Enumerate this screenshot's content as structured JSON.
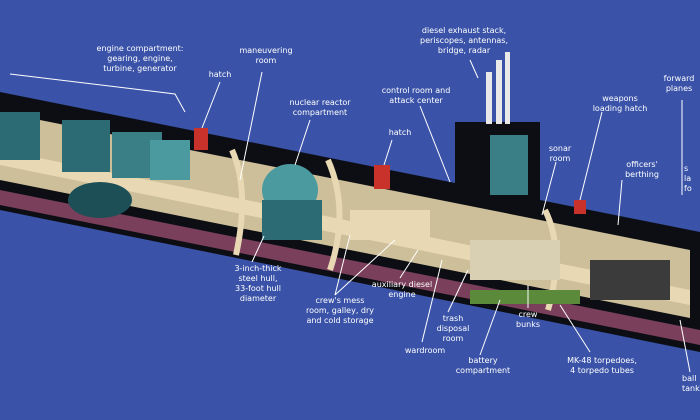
{
  "colors": {
    "background": "#3a53a8",
    "hull": "#0c0e14",
    "cutaway_floor": "#e8d9b4",
    "compartment_wall": "#b9ab86",
    "machinery": "#2c6a74",
    "machinery_light": "#4b9aa0",
    "accent_red": "#c8322a",
    "pink_hull": "#c08aa0",
    "label_text": "#ffffff",
    "leader_line": "#ffffff"
  },
  "labels": {
    "engine_compartment": "engine compartment:\ngearing, engine,\nturbine, generator",
    "hatch_aft": "hatch",
    "maneuvering_room": "maneuvering\nroom",
    "nuclear_reactor": "nuclear reactor\ncompartment",
    "diesel_exhaust": "diesel exhaust stack,\nperiscopes, antennas,\nbridge, radar",
    "control_room": "control room and\nattack center",
    "hatch_mid": "hatch",
    "weapons_hatch": "weapons\nloading hatch",
    "forward_planes": "forward\nplanes",
    "sonar_room": "sonar\nroom",
    "officers_berthing": "officers'\nberthing",
    "edge_right_partial": "s\nla\nfo",
    "steel_hull": "3-inch-thick\nsteel hull,\n33-foot hull\ndiameter",
    "crews_mess": "crew's mess\nroom, galley, dry\nand cold storage",
    "auxiliary_diesel": "auxiliary diesel\nengine",
    "trash_disposal": "trash\ndisposal\nroom",
    "crew_bunks": "crew\nbunks",
    "wardroom": "wardroom",
    "battery_compartment": "battery\ncompartment",
    "torpedoes": "MK-48 torpedoes,\n4 torpedo tubes",
    "ballast_partial": "ball\ntank"
  }
}
